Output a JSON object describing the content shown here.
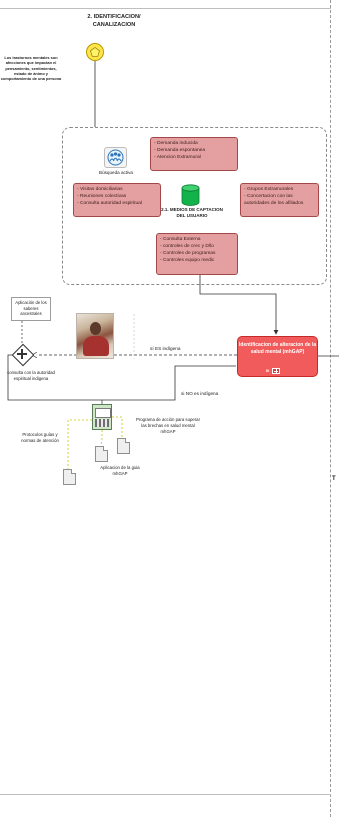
{
  "stage": {
    "title": "2. IDENTIFICACION/ CANALIZACION"
  },
  "trigger_note": "Los trastornos mentales son afecciones que impactan el pensamiento, sentimientos, estado de ánimo y comportamiento de una persona",
  "captacion": {
    "busqueda_label": "Búsqueda activa",
    "center_label": "2.1. MEDIOS DE CAPTACION DEL USUARIO",
    "demanda_items": [
      "- Demanda inducida",
      "- Demanda espontanea",
      "- Atencion Extramural"
    ],
    "visitas_items": [
      "- Visitas domiciliarias",
      "- Reuniones colectivas",
      "- Consulta autoridad espiritual"
    ],
    "grupos_items": [
      "- Grupos Extramurales",
      "- Concertacion con las autoridades de los afiliados"
    ],
    "consulta_items": [
      "- Consulta Externa",
      "- controles de crec y Dllo",
      "- Controles de programas",
      "- Controles equipo medic"
    ]
  },
  "main_task": {
    "label": "Identificacion de alteracion de la salud mental (mhGAP)",
    "marker": "III"
  },
  "gateway": {
    "label": "consulta con la autoridad espiritual indigena",
    "saberes_label": "Aplicación de los saberes ancestrales"
  },
  "flows": {
    "indigena_yes": "sí ES indígena",
    "indigena_no": "si NO es indígena"
  },
  "artifacts": {
    "protocolos": "Protocolos guías y normas de atención",
    "aplicacion_guia": "Aplicacion de la guia mhGAP",
    "programa": "Programa de acción para superar las brechas en salud mental mhGAP"
  },
  "edge_letter": "T",
  "colors": {
    "task_fill": "#f15b5b",
    "subtask_fill": "#e4a0a0",
    "trigger": "#ffe54a",
    "database": "#14b24a"
  }
}
